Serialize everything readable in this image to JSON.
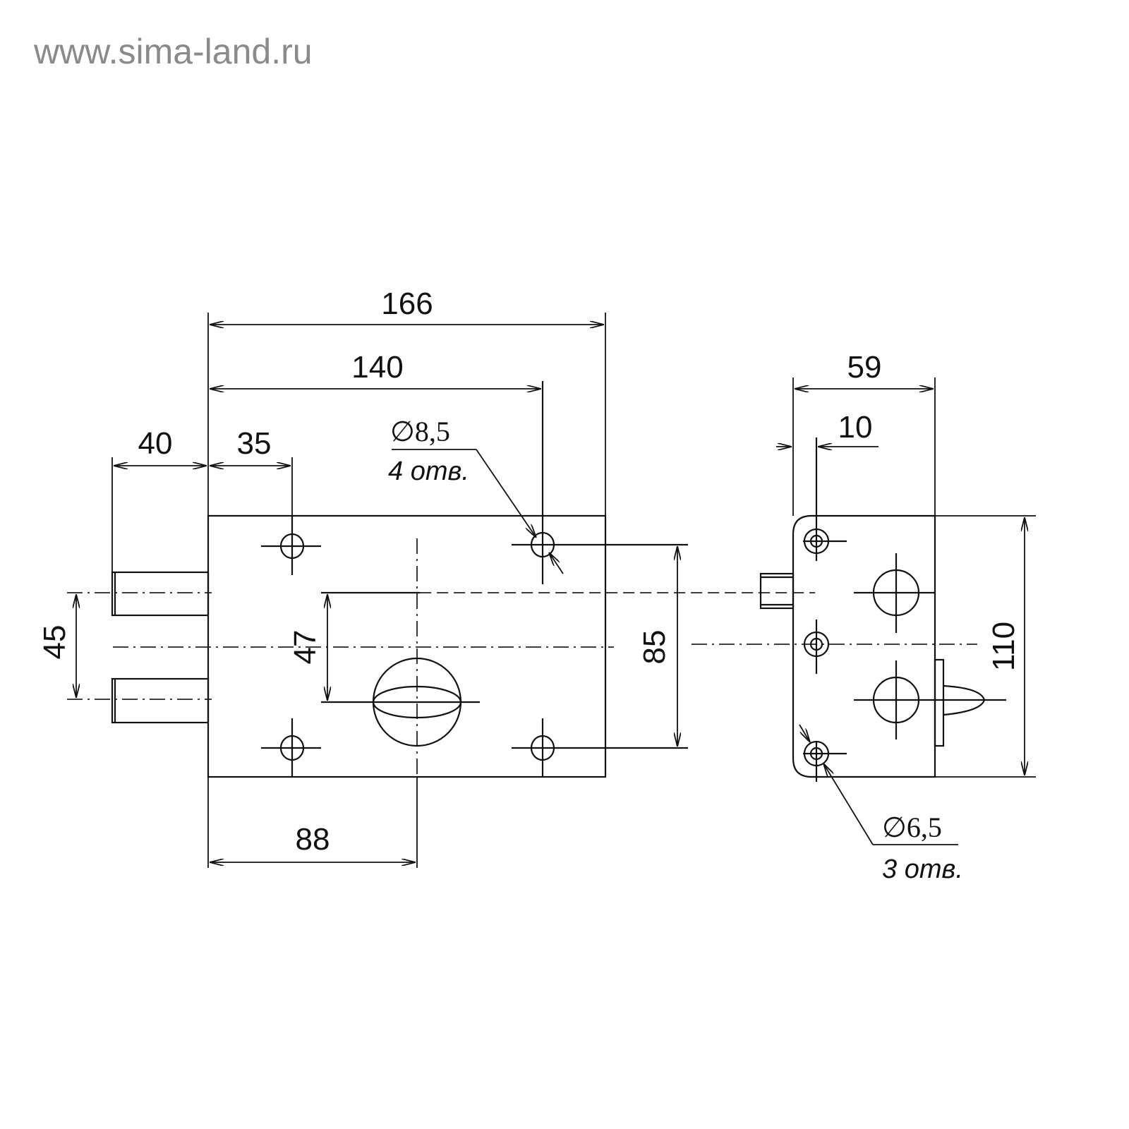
{
  "watermark": "www.sima-land.ru",
  "dimensions": {
    "overall_length": "166",
    "hole_spacing_horizontal": "140",
    "bolt_projection": "40",
    "hole_offset": "35",
    "bolt_spacing": "45",
    "keyhole_offset": "47",
    "hole_spacing_vertical": "85",
    "keyhole_backset": "88",
    "side_depth": "59",
    "side_hole_offset": "10",
    "height": "110"
  },
  "notes": {
    "front_holes_diameter": "∅8,5",
    "front_holes_count": "4 отв.",
    "side_holes_diameter": "∅6,5",
    "side_holes_count": "3 отв."
  }
}
